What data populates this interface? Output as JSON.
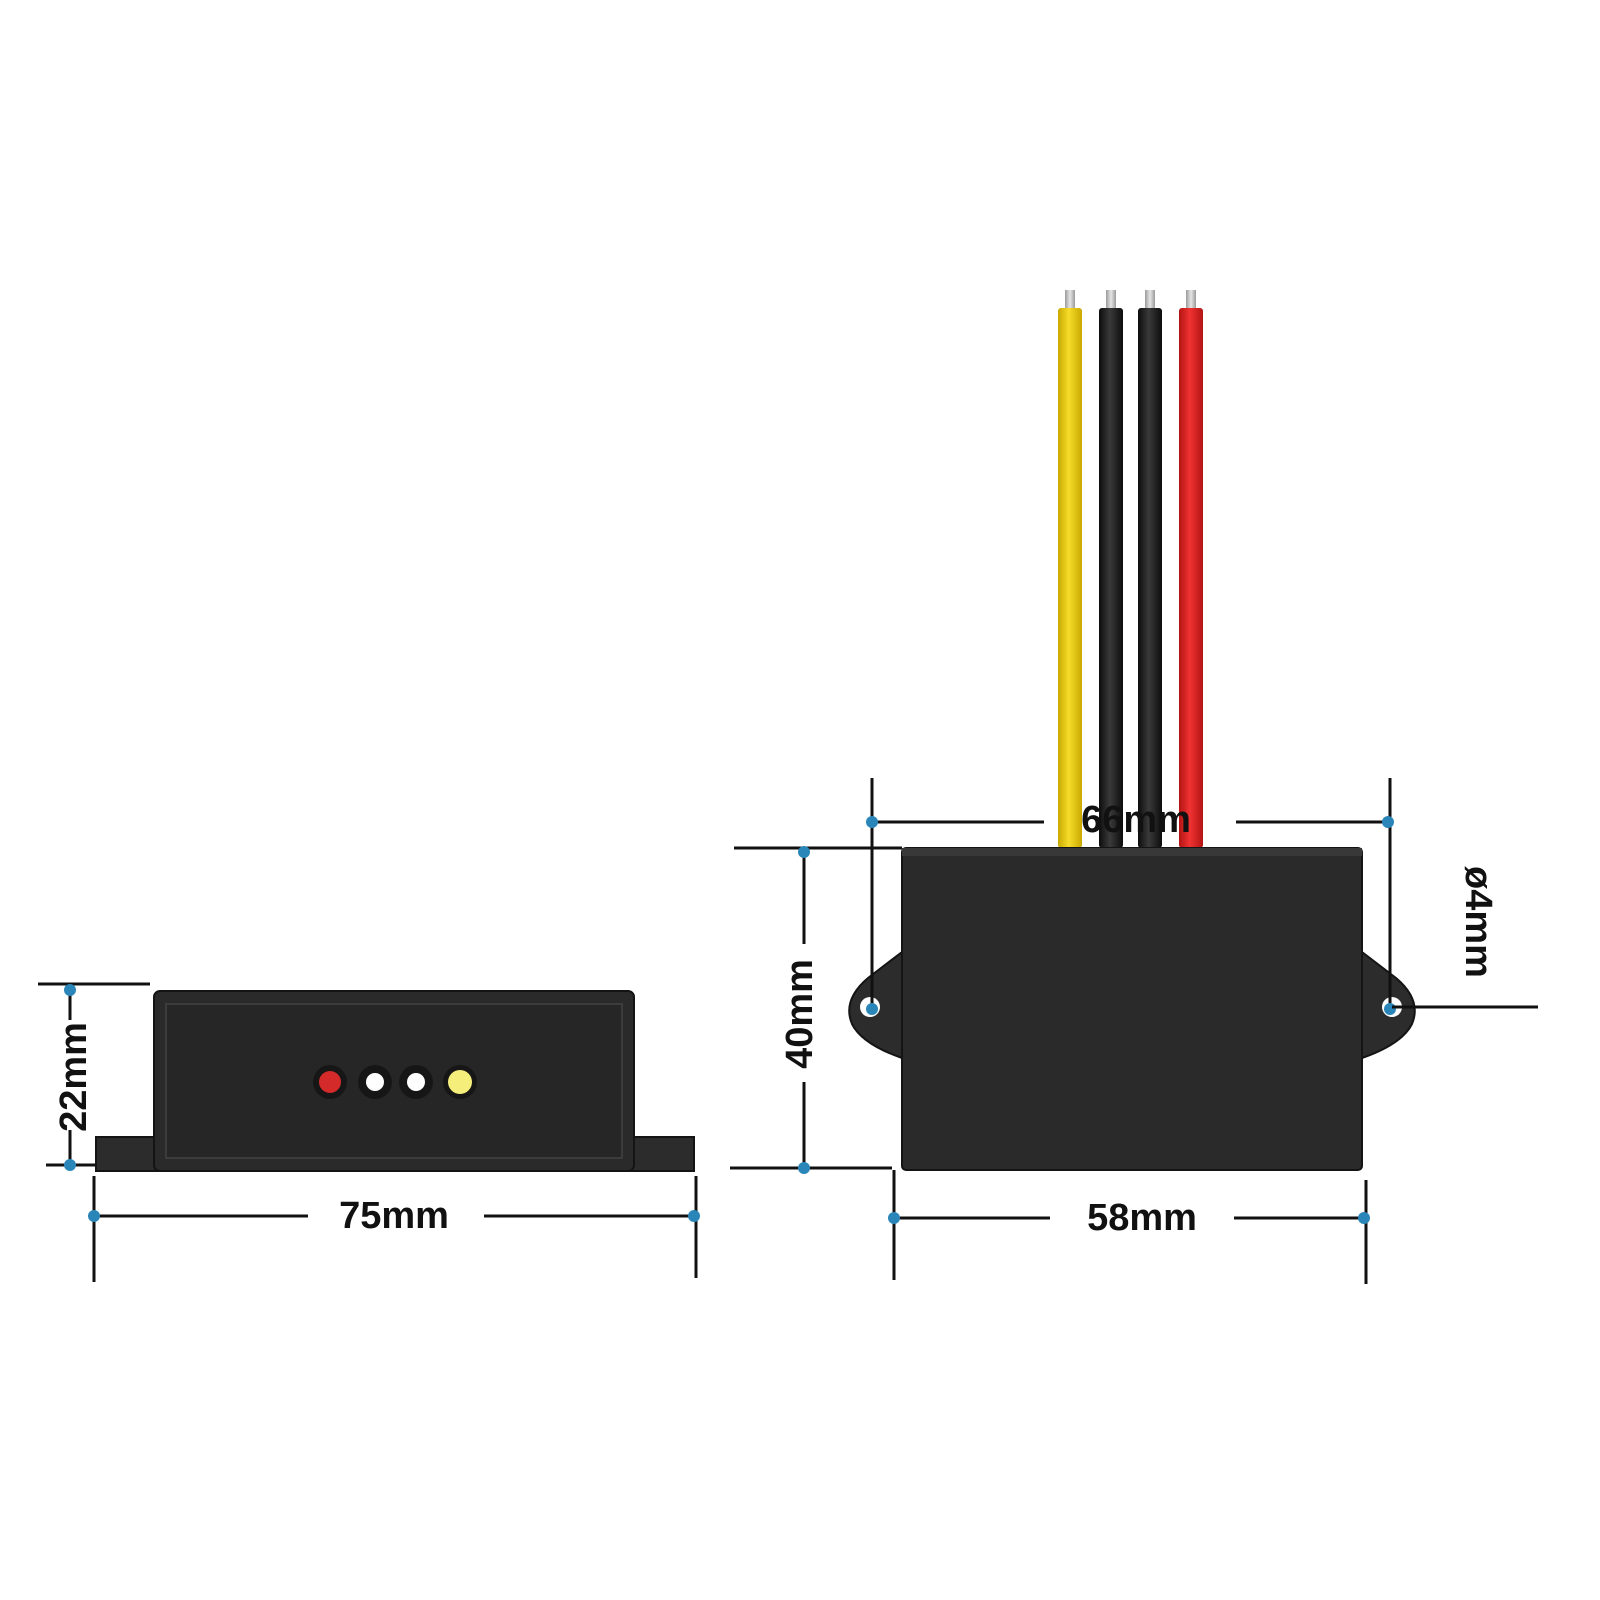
{
  "dimensions": {
    "side_height": "22mm",
    "side_width": "75mm",
    "front_height": "40mm",
    "mount_spacing": "66mm",
    "front_width": "58mm",
    "hole_diameter": "ø4mm"
  },
  "wires": [
    {
      "color": "#f2d21b"
    },
    {
      "color": "#1a1a1a"
    },
    {
      "color": "#1a1a1a"
    },
    {
      "color": "#e02222"
    }
  ],
  "indicators": [
    {
      "color": "#d42a2a"
    },
    {
      "color": "#ffffff"
    },
    {
      "color": "#ffffff"
    },
    {
      "color": "#f5ee7a"
    }
  ],
  "colors": {
    "housing": "#2a2a2a",
    "dimension_marker": "#2a86b8"
  }
}
